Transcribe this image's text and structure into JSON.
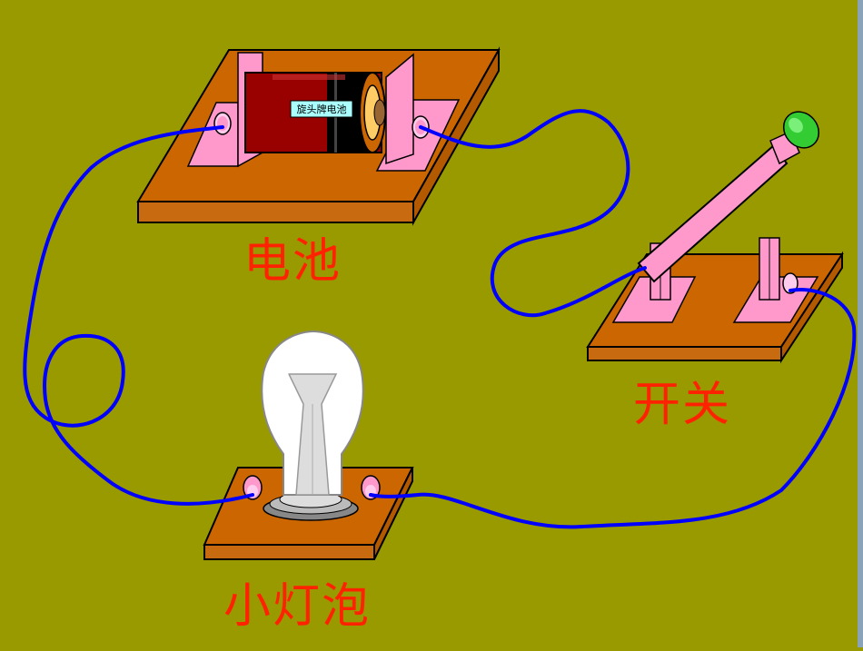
{
  "labels": {
    "battery": "电池",
    "switch": "开关",
    "bulb": "小灯泡"
  },
  "battery_brand_text": "旋头牌电池",
  "colors": {
    "background": "#999900",
    "board_top": "#cc6600",
    "wire": "#0000ff",
    "label": "#ff2200",
    "holder": "#ff99cc",
    "battery_body": "#990000"
  }
}
